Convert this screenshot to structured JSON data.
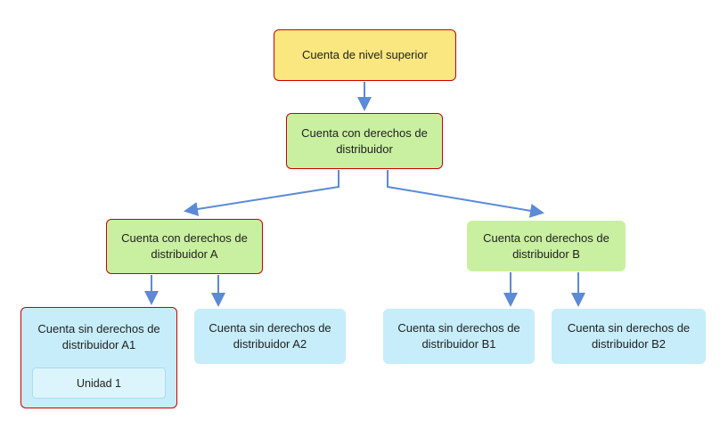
{
  "diagram": {
    "type": "hierarchy-tree",
    "nodes": {
      "top": {
        "label": "Cuenta de nivel superior"
      },
      "distributor": {
        "label": "Cuenta con derechos de distribuidor"
      },
      "distributor_a": {
        "label": "Cuenta con derechos de distribuidor A"
      },
      "distributor_b": {
        "label": "Cuenta con derechos de distribuidor B"
      },
      "non_distributor_a1": {
        "label": "Cuenta sin derechos de distribuidor A1"
      },
      "unit_1": {
        "label": "Unidad 1"
      },
      "non_distributor_a2": {
        "label": "Cuenta sin derechos de distribuidor A2"
      },
      "non_distributor_b1": {
        "label": "Cuenta sin derechos de distribuidor B1"
      },
      "non_distributor_b2": {
        "label": "Cuenta sin derechos de distribuidor B2"
      }
    },
    "edges": [
      {
        "from": "top",
        "to": "distributor"
      },
      {
        "from": "distributor",
        "to": "distributor_a"
      },
      {
        "from": "distributor",
        "to": "distributor_b"
      },
      {
        "from": "distributor_a",
        "to": "non_distributor_a1"
      },
      {
        "from": "distributor_a",
        "to": "non_distributor_a2"
      },
      {
        "from": "distributor_b",
        "to": "non_distributor_b1"
      },
      {
        "from": "distributor_b",
        "to": "non_distributor_b2"
      }
    ],
    "highlighted_path": [
      "top",
      "distributor",
      "distributor_a",
      "non_distributor_a1",
      "unit_1"
    ],
    "colors": {
      "top_fill": "#FAE780",
      "rights_fill": "#C9F0A0",
      "no_rights_fill": "#C7EDFA",
      "unit_fill": "#DCF4FC",
      "unit_border": "#A6DFF2",
      "highlight_border": "#CC0000",
      "arrow": "#5B8AD7",
      "text": "#212121"
    }
  }
}
